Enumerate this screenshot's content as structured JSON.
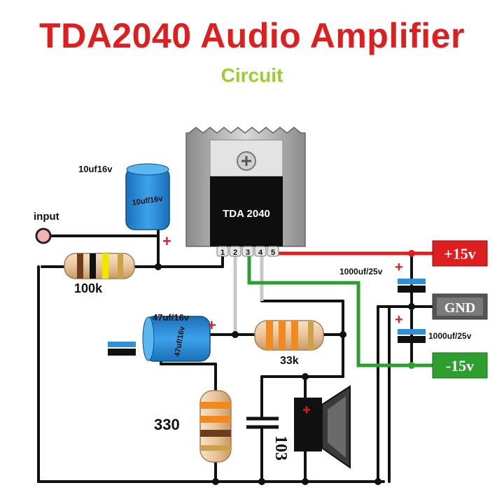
{
  "title": "TDA2040 Audio Amplifier",
  "subtitle": "Circuit",
  "ic": {
    "label": "TDA 2040",
    "pins": [
      "1",
      "2",
      "3",
      "4",
      "5"
    ]
  },
  "components": {
    "c_in": {
      "label": "10uf16v",
      "body": "10uf/16v"
    },
    "r_in": {
      "label": "100k"
    },
    "c_fb": {
      "label": "47uf/16v",
      "body": "47uf/16v"
    },
    "r_fb": {
      "label": "33k"
    },
    "r_gnd": {
      "label": "330"
    },
    "c_out": {
      "label": "103"
    },
    "c_pos": {
      "label": "1000uf/25v"
    },
    "c_neg": {
      "label": "1000uf/25v"
    }
  },
  "terminals": {
    "input": "input",
    "pos": "+15v",
    "gnd": "GND",
    "neg": "-15v"
  },
  "polarity_mark": "+",
  "colors": {
    "title": "#dd1f1f",
    "subtitle": "#9acd32",
    "pos_rail": "#dd1f1f",
    "neg_rail": "#2e9e2e",
    "gnd_box": "#666666",
    "cap_blue": "#2f8fd8"
  }
}
